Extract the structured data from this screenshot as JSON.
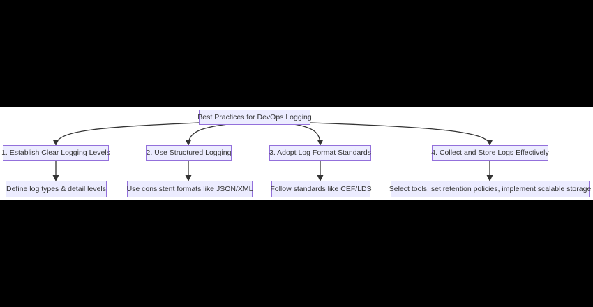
{
  "diagram": {
    "root": {
      "label": "Best Practices for DevOps Logging"
    },
    "practices": [
      {
        "label": "1. Establish Clear Logging Levels",
        "detail": "Define log types & detail levels"
      },
      {
        "label": "2. Use Structured Logging",
        "detail": "Use consistent formats like JSON/XML"
      },
      {
        "label": "3. Adopt Log Format Standards",
        "detail": "Follow standards like CEF/LDS"
      },
      {
        "label": "4. Collect and Store Logs Effectively",
        "detail": "Select tools, set retention policies, implement scalable storage"
      }
    ],
    "colors": {
      "node_fill": "#ECECFF",
      "node_border": "#9370DB",
      "edge": "#333333",
      "text": "#333333",
      "background": "#ffffff",
      "letterbox": "#000000"
    }
  }
}
